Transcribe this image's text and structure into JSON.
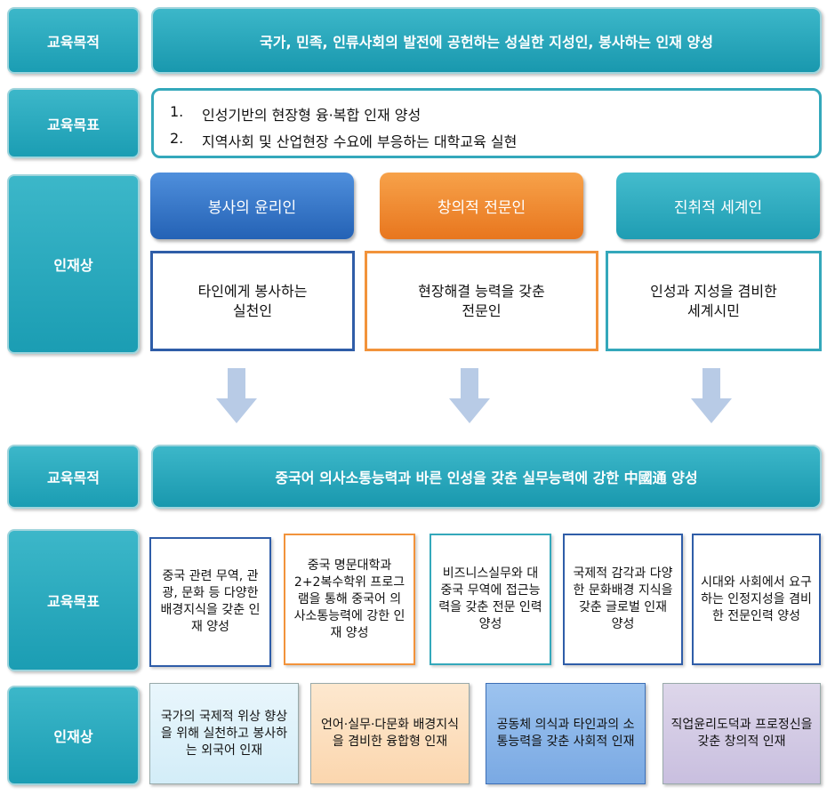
{
  "top": {
    "purpose_label": "교육목적",
    "purpose_text": "국가, 민족, 인류사회의 발전에 공헌하는 성실한 지성인, 봉사하는 인재 양성",
    "goal_label": "교육목표",
    "goals": [
      {
        "num": "1.",
        "text": "인성기반의 현장형 융·복합 인재 양성"
      },
      {
        "num": "2.",
        "text": "지역사회 및 산업현장 수요에 부응하는 대학교육 실현"
      }
    ],
    "talent_label": "인재상",
    "talents": [
      {
        "title": "봉사의 윤리인",
        "desc": "타인에게 봉사하는\n실천인"
      },
      {
        "title": "창의적 전문인",
        "desc": "현장해결 능력을 갖춘\n전문인"
      },
      {
        "title": "진취적 세계인",
        "desc": "인성과 지성을 겸비한\n세계시민"
      }
    ]
  },
  "bottom": {
    "purpose_label": "교육목적",
    "purpose_text": "중국어 의사소통능력과 바른 인성을 갖춘 실무능력에 강한 中國通 양성",
    "goal_label": "교육목표",
    "goals": [
      "중국 관련 무역, 관광, 문화 등 다양한 배경지식을 갖춘 인재 양성",
      "중국 명문대학과 2+2복수학위 프로그램을 통해 중국어 의사소통능력에 강한 인재 양성",
      "비즈니스실무와 대중국 무역에 접근능력을 갖춘 전문 인력 양성",
      "국제적 감각과 다양한 문화배경 지식을 갖춘 글로벌 인재 양성",
      "시대와 사회에서 요구하는 인정지성을 겸비한 전문인력 양성"
    ],
    "talent_label": "인재상",
    "talents": [
      "국가의 국제적 위상 향상을 위해 실천하고 봉사하는 외국어 인재",
      "언어·실무·다문화 배경지식을 겸비한 융합형 인재",
      "공동체 의식과 타인과의 소통능력을 갖춘 사회적 인재",
      "직업윤리도덕과 프로정신을 갖춘 창의적 인재"
    ]
  },
  "colors": {
    "teal": "#1b9db3",
    "blue": "#2462b5",
    "orange": "#e8761e",
    "arrow": "#b8cbe6"
  }
}
